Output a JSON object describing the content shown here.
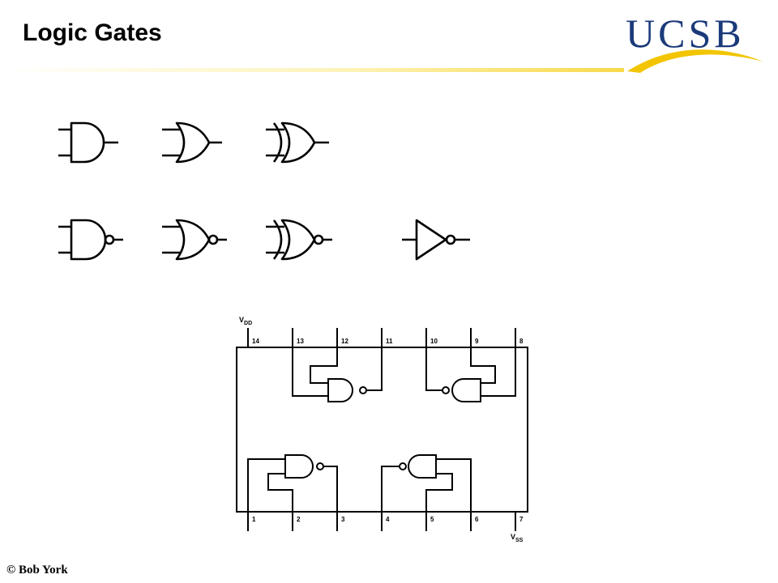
{
  "title": "Logic Gates",
  "logo": {
    "text": "UCSB",
    "color": "#1b3a7a",
    "swoosh_color": "#f2c500"
  },
  "gate_rows": [
    [
      "and",
      "or",
      "xor"
    ],
    [
      "nand",
      "nor",
      "xnor",
      "not"
    ]
  ],
  "chip": {
    "supply_top": {
      "letter": "V",
      "sub": "DD"
    },
    "supply_bottom": {
      "letter": "V",
      "sub": "SS"
    },
    "top_pins": [
      "14",
      "13",
      "12",
      "11",
      "10",
      "9",
      "8"
    ],
    "bottom_pins": [
      "1",
      "2",
      "3",
      "4",
      "5",
      "6",
      "7"
    ]
  },
  "footer": {
    "text": "Bob York",
    "symbol": "©"
  }
}
